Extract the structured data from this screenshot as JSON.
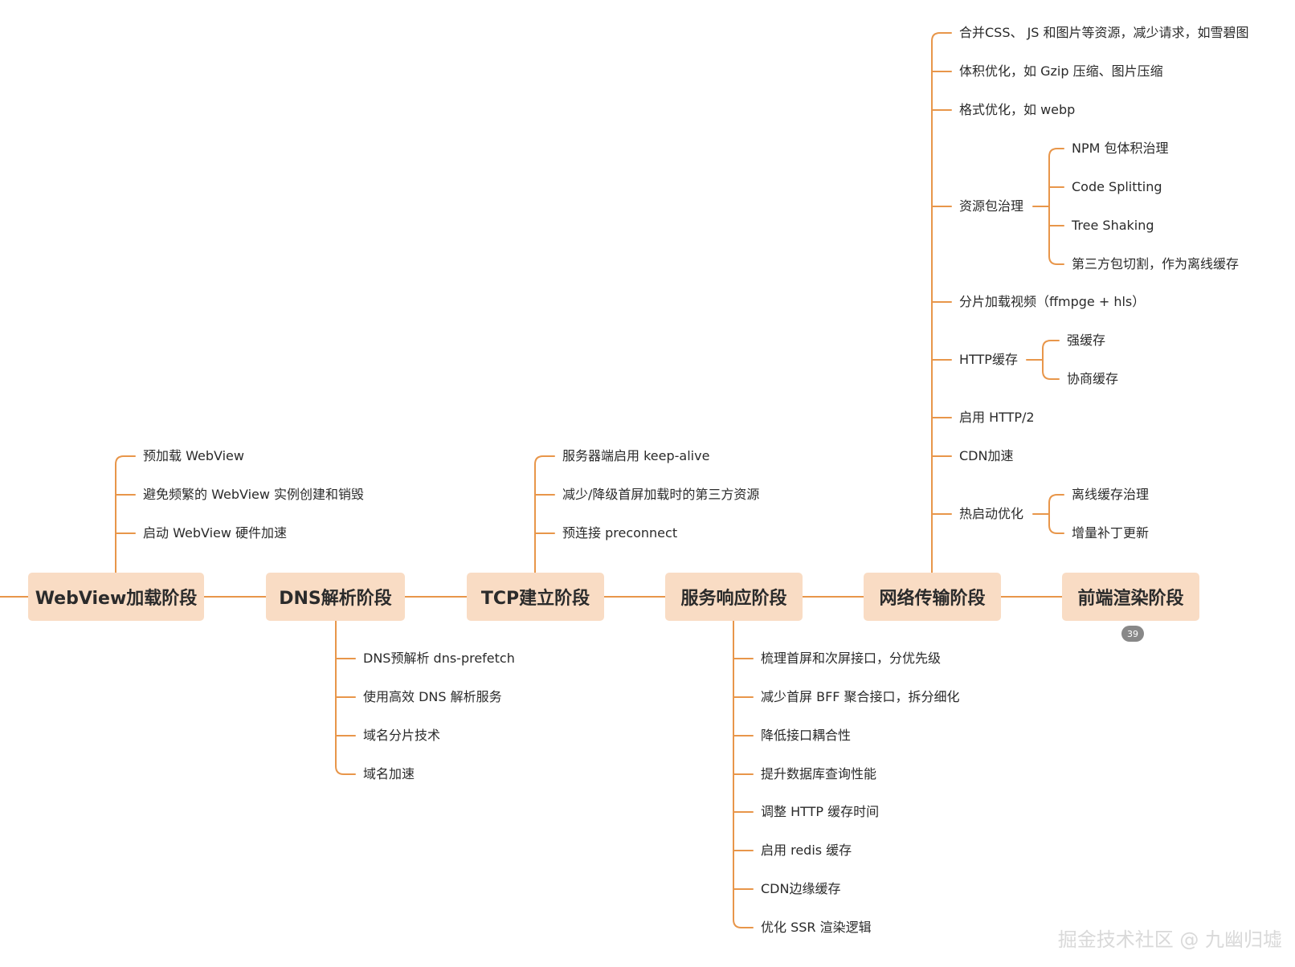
{
  "stages": [
    {
      "label": "WebView加载阶段"
    },
    {
      "label": "DNS解析阶段"
    },
    {
      "label": "TCP建立阶段"
    },
    {
      "label": "服务响应阶段"
    },
    {
      "label": "网络传输阶段"
    },
    {
      "label": "前端渲染阶段"
    }
  ],
  "webview_items": [
    "预加载 WebView",
    "避免频繁的 WebView 实例创建和销毁",
    "启动 WebView 硬件加速"
  ],
  "dns_items": [
    "DNS预解析 dns-prefetch",
    "使用高效 DNS 解析服务",
    "域名分片技术",
    "域名加速"
  ],
  "tcp_items": [
    "服务器端启用 keep-alive",
    "减少/降级首屏加载时的第三方资源",
    "预连接 preconnect"
  ],
  "service_items": [
    "梳理首屏和次屏接口，分优先级",
    "减少首屏 BFF 聚合接口，拆分细化",
    "降低接口耦合性",
    "提升数据库查询性能",
    "调整 HTTP 缓存时间",
    "启用 redis 缓存",
    "CDN边缘缓存",
    "优化 SSR 渲染逻辑"
  ],
  "network_items": {
    "merge": "合并CSS、 JS 和图片等资源，减少请求，如雪碧图",
    "volume": "体积优化，如 Gzip 压缩、图片压缩",
    "format": "格式优化，如 webp",
    "bundle": "资源包治理",
    "bundle_children": [
      "NPM 包体积治理",
      "Code Splitting",
      "Tree Shaking",
      "第三方包切割，作为离线缓存"
    ],
    "video": "分片加载视频（ffmpge + hls）",
    "http_cache": "HTTP缓存",
    "http_cache_children": [
      "强缓存",
      "协商缓存"
    ],
    "http2": "启用 HTTP/2",
    "cdn": "CDN加速",
    "hot_start": "热启动优化",
    "hot_start_children": [
      "离线缓存治理",
      "增量补丁更新"
    ]
  },
  "collapsed_count": "39",
  "watermark": "掘金技术社区 @ 九幽归墟",
  "colors": {
    "line": "#e8964a",
    "node_fill": "#f9dcc4",
    "badge": "#888888"
  }
}
